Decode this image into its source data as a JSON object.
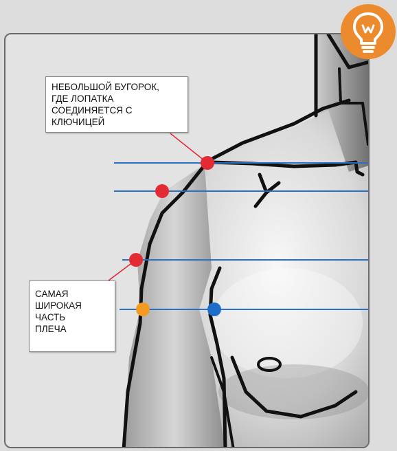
{
  "callouts": {
    "top": {
      "lines": [
        "НЕБОЛЬШОЙ БУГОРОК,",
        "ГДЕ ЛОПАТКА",
        "СОЕДИНЯЕТСЯ С",
        "КЛЮЧИЦЕЙ"
      ]
    },
    "side": {
      "lines": [
        "САМАЯ",
        "ШИРОКАЯ",
        "ЧАСТЬ",
        "ПЛЕЧА"
      ]
    }
  },
  "colors": {
    "guide_line": "#2a6fc2",
    "marker_red": "#e32b33",
    "marker_orange": "#f29a22",
    "marker_blue": "#1e6cc9",
    "badge": "#ec8b2e",
    "leader": "#e3232b"
  },
  "tip_badge": {
    "icon": "lightbulb-icon"
  }
}
